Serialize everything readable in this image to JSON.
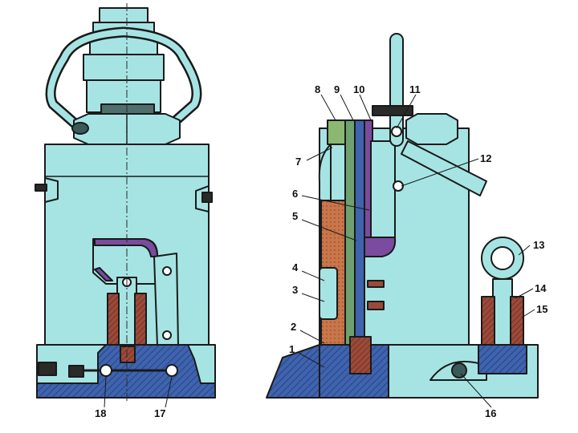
{
  "figure": {
    "colors": {
      "body": "#a6e4e4",
      "outline": "#1a1a1a",
      "base": "#3f63ad",
      "piston": "#c9764a",
      "seal": "#7a4b9e",
      "plunger_barrel": "#9b4a3a",
      "centerline": "#2a2a2a"
    },
    "callouts": [
      {
        "id": "1",
        "label": "1"
      },
      {
        "id": "2",
        "label": "2"
      },
      {
        "id": "3",
        "label": "3"
      },
      {
        "id": "4",
        "label": "4"
      },
      {
        "id": "5",
        "label": "5"
      },
      {
        "id": "6",
        "label": "6"
      },
      {
        "id": "7",
        "label": "7"
      },
      {
        "id": "8",
        "label": "8"
      },
      {
        "id": "9",
        "label": "9"
      },
      {
        "id": "10",
        "label": "10"
      },
      {
        "id": "11",
        "label": "11"
      },
      {
        "id": "12",
        "label": "12"
      },
      {
        "id": "13",
        "label": "13"
      },
      {
        "id": "14",
        "label": "14"
      },
      {
        "id": "15",
        "label": "15"
      },
      {
        "id": "16",
        "label": "16"
      },
      {
        "id": "17",
        "label": "17"
      },
      {
        "id": "18",
        "label": "18"
      }
    ]
  }
}
